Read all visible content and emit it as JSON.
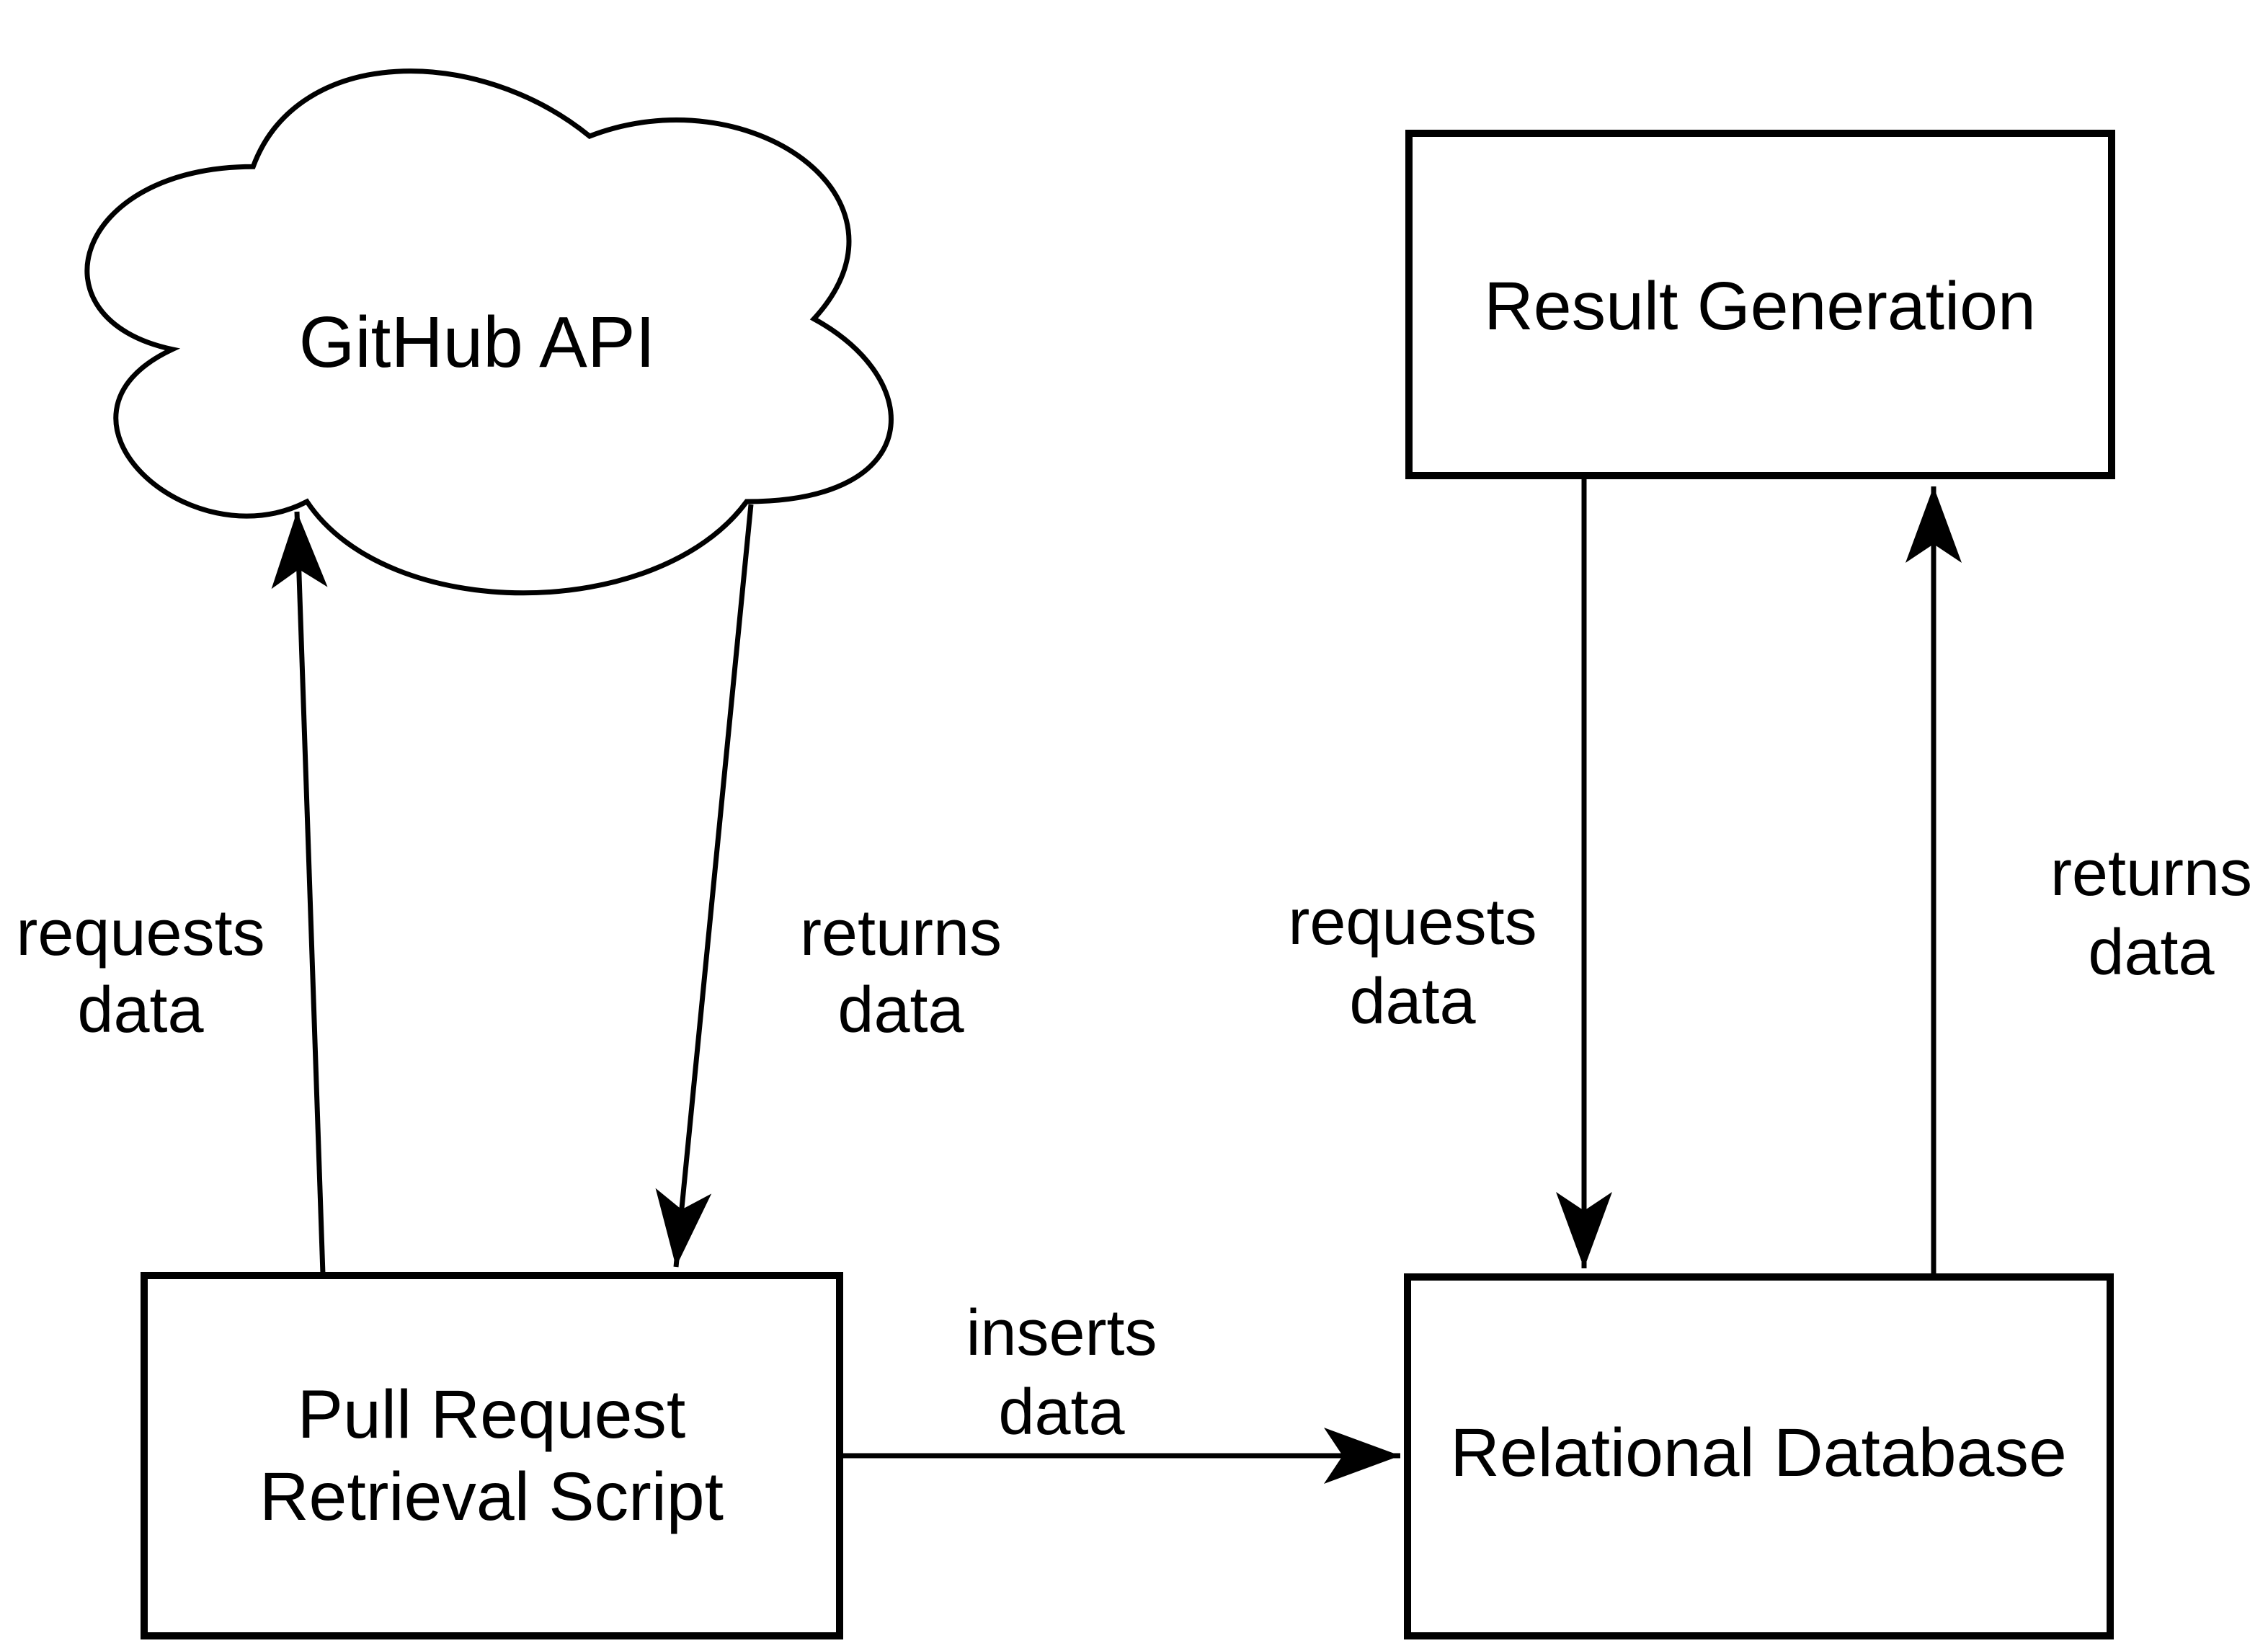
{
  "diagram": {
    "colors": {
      "background": "#ffffff",
      "shape_fill": "#ffffff",
      "line": "#000000",
      "text": "#000000"
    },
    "nodes": {
      "github_api": {
        "shape": "cloud",
        "label": "GitHub API"
      },
      "result_generation": {
        "shape": "rectangle",
        "label": "Result Generation"
      },
      "pull_request_retrieval_script": {
        "shape": "rectangle",
        "label_line1": "Pull Request",
        "label_line2": "Retrieval Script"
      },
      "relational_database": {
        "shape": "rectangle",
        "label": "Relational Database"
      }
    },
    "edges": {
      "script_to_github": {
        "from": "pull_request_retrieval_script",
        "to": "github_api",
        "label_line1": "requests",
        "label_line2": "data"
      },
      "github_to_script": {
        "from": "github_api",
        "to": "pull_request_retrieval_script",
        "label_line1": "returns",
        "label_line2": "data"
      },
      "script_to_database": {
        "from": "pull_request_retrieval_script",
        "to": "relational_database",
        "label_line1": "inserts",
        "label_line2": "data"
      },
      "result_to_database": {
        "from": "result_generation",
        "to": "relational_database",
        "label_line1": "requests",
        "label_line2": "data"
      },
      "database_to_result": {
        "from": "relational_database",
        "to": "result_generation",
        "label_line1": "returns",
        "label_line2": "data"
      }
    }
  }
}
